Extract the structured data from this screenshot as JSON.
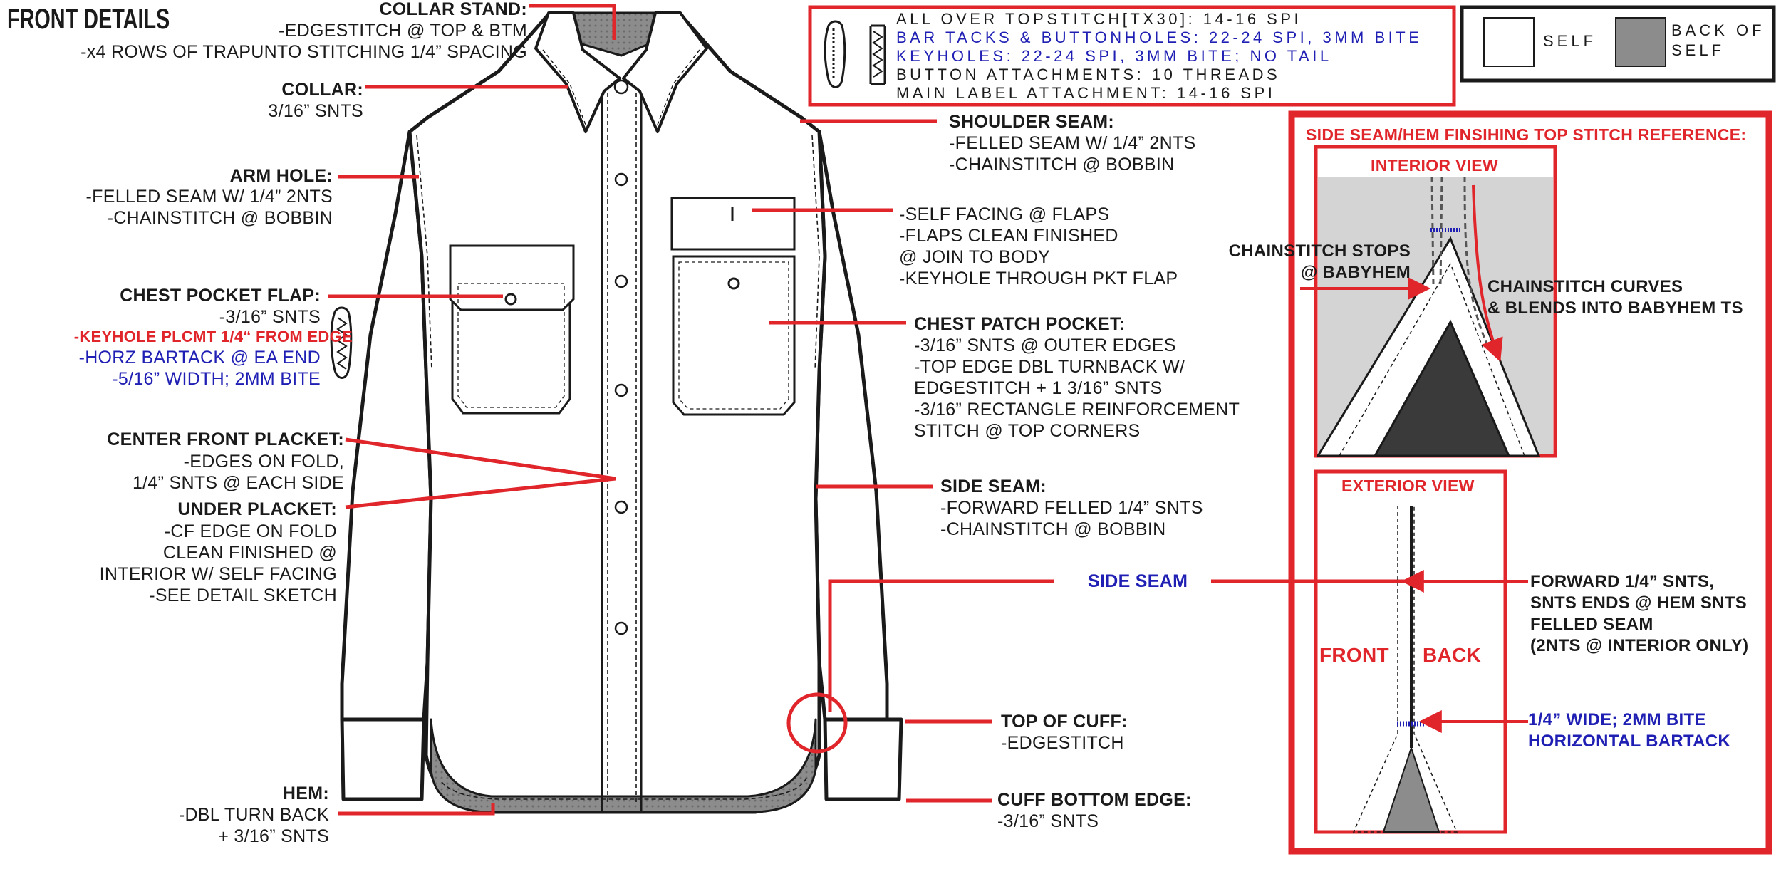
{
  "page_title": "FRONT DETAILS",
  "colors": {
    "accent_red": "#e0252b",
    "accent_blue": "#1f1fb4",
    "back_of_self_gray": "#8c8c8c",
    "line": "#1a1a1a"
  },
  "icons": [
    "keyhole-buttonhole-icon",
    "bartack-icon"
  ],
  "callouts": {
    "collar_stand": {
      "title": "COLLAR STAND:",
      "lines": [
        "-EDGESTITCH @ TOP & BTM",
        "-x4 ROWS OF TRAPUNTO STITCHING 1/4” SPACING"
      ]
    },
    "collar": {
      "title": "COLLAR:",
      "lines": [
        "3/16” SNTS"
      ]
    },
    "arm_hole": {
      "title": "ARM HOLE:",
      "lines": [
        "-FELLED SEAM W/ 1/4” 2NTS",
        "-CHAINSTITCH @ BOBBIN"
      ]
    },
    "chest_pocket_flap": {
      "title": "CHEST POCKET FLAP:",
      "lines": [
        "-3/16” SNTS"
      ],
      "keyhole_note": "-KEYHOLE PLCMT 1/4“ FROM EDGE",
      "bartack_lines": [
        "-HORZ BARTACK @ EA END",
        "-5/16” WIDTH; 2MM BITE"
      ]
    },
    "center_front_placket": {
      "title": "CENTER FRONT PLACKET:",
      "lines": [
        "-EDGES ON FOLD,",
        "1/4” SNTS @ EACH SIDE"
      ]
    },
    "under_placket": {
      "title": "UNDER PLACKET:",
      "lines": [
        "-CF EDGE ON FOLD",
        "CLEAN FINISHED @",
        "INTERIOR W/ SELF FACING",
        "-SEE DETAIL SKETCH"
      ]
    },
    "hem": {
      "title": "HEM:",
      "lines": [
        "-DBL TURN BACK",
        "+ 3/16” SNTS"
      ]
    },
    "shoulder_seam": {
      "title": "SHOULDER SEAM:",
      "lines": [
        "-FELLED SEAM W/ 1/4” 2NTS",
        "-CHAINSTITCH @ BOBBIN"
      ]
    },
    "flap_facing": {
      "lines": [
        "-SELF FACING @ FLAPS",
        "-FLAPS CLEAN FINISHED",
        "@ JOIN TO BODY",
        "-KEYHOLE THROUGH PKT FLAP"
      ]
    },
    "chest_patch_pocket": {
      "title": "CHEST PATCH POCKET:",
      "lines": [
        "-3/16” SNTS @ OUTER EDGES",
        "-TOP EDGE DBL TURNBACK W/",
        "EDGESTITCH + 1 3/16” SNTS",
        "-3/16” RECTANGLE REINFORCEMENT",
        "STITCH @ TOP CORNERS"
      ]
    },
    "side_seam": {
      "title": "SIDE SEAM:",
      "lines": [
        "-FORWARD FELLED 1/4” SNTS",
        "-CHAINSTITCH @ BOBBIN"
      ]
    },
    "side_seam_label": "SIDE SEAM",
    "top_of_cuff": {
      "title": "TOP OF CUFF:",
      "lines": [
        "-EDGESTITCH"
      ]
    },
    "cuff_bottom_edge": {
      "title": "CUFF BOTTOM EDGE:",
      "lines": [
        "-3/16” SNTS"
      ]
    }
  },
  "spi_box": {
    "lines": [
      {
        "text": "ALL OVER TOPSTITCH[TX30]: 14-16 SPI",
        "color": "#1a1a1a"
      },
      {
        "text": "BAR TACKS & BUTTONHOLES: 22-24 SPI, 3MM BITE",
        "color": "#1f1fb4"
      },
      {
        "text": "KEYHOLES: 22-24 SPI, 3MM BITE; NO TAIL",
        "color": "#1f1fb4"
      },
      {
        "text": "BUTTON ATTACHMENTS: 10 THREADS",
        "color": "#1a1a1a"
      },
      {
        "text": "MAIN LABEL ATTACHMENT: 14-16 SPI",
        "color": "#1a1a1a"
      }
    ]
  },
  "legend": {
    "self_label": "SELF",
    "back_of_self_label": [
      "BACK OF",
      "SELF"
    ]
  },
  "reference": {
    "title": "SIDE SEAM/HEM FINSIHING TOP STITCH REFERENCE:",
    "interior_title": "INTERIOR VIEW",
    "chainstitch_stops": [
      "CHAINSTITCH STOPS",
      "@ BABYHEM"
    ],
    "chainstitch_curves": [
      "CHAINSTITCH CURVES",
      "& BLENDS INTO BABYHEM TS"
    ],
    "exterior_title": "EXTERIOR VIEW",
    "front_label": "FRONT",
    "back_label": "BACK",
    "forward_note": [
      "FORWARD 1/4” SNTS,",
      "SNTS ENDS @ HEM SNTS",
      "FELLED SEAM",
      "(2NTS @ INTERIOR ONLY)"
    ],
    "bartack_note": [
      "1/4” WIDE; 2MM BITE",
      "HORIZONTAL BARTACK"
    ]
  }
}
